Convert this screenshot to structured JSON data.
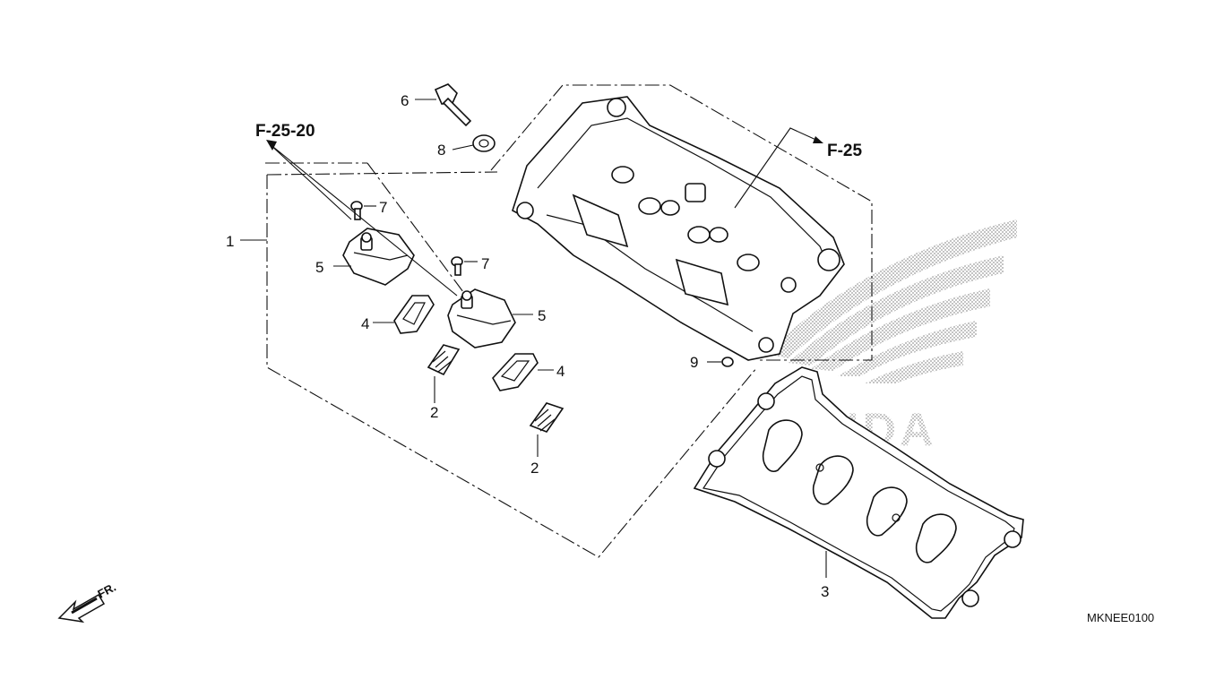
{
  "diagram": {
    "callouts": {
      "p1": "1",
      "p2a": "2",
      "p2b": "2",
      "p3": "3",
      "p4a": "4",
      "p4b": "4",
      "p5a": "5",
      "p5b": "5",
      "p6": "6",
      "p7a": "7",
      "p7b": "7",
      "p8": "8",
      "p9": "9"
    },
    "references": {
      "f25_20": "F-25-20",
      "f25": "F-25"
    },
    "front_marker": "FR.",
    "diagram_code": "MKNEE0100",
    "watermark": "HONDA"
  }
}
